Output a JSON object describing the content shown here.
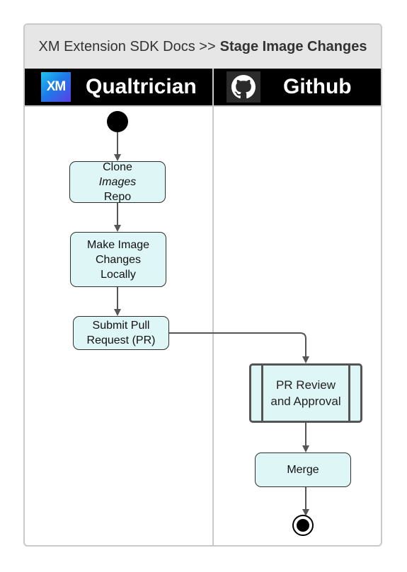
{
  "header": {
    "breadcrumb_prefix": "XM Extension SDK Docs >>",
    "page_title": "Stage Image Changes"
  },
  "lanes": [
    {
      "title": "Qualtrician",
      "logo_text": "XM",
      "icon": "xm-logo-icon"
    },
    {
      "title": "Github",
      "icon": "github-icon"
    }
  ],
  "nodes": {
    "clone": {
      "line1_prefix": "Clone ",
      "line1_emph": "Images",
      "line2": "Repo"
    },
    "make_changes": {
      "line1": "Make Image",
      "line2": "Changes",
      "line3": "Locally"
    },
    "submit_pr": {
      "line1": "Submit Pull",
      "line2": "Request (PR)"
    },
    "pr_review": {
      "line1": "PR Review",
      "line2": "and Approval"
    },
    "merge": {
      "line1": "Merge"
    }
  },
  "colors": {
    "node_fill": "#dff6f6",
    "lane_header": "#000000",
    "arrow": "#555555",
    "title_bar": "#e6e6e6"
  }
}
